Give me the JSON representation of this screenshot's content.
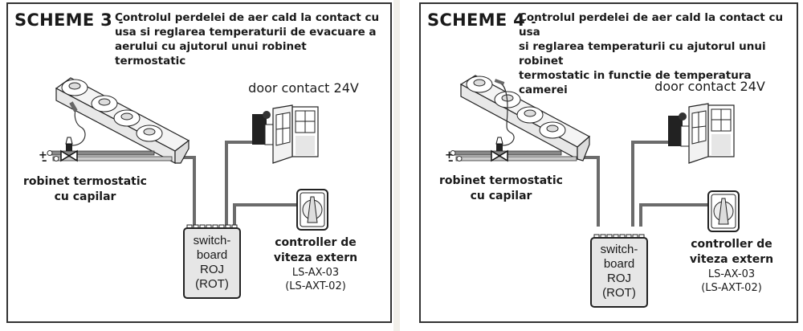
{
  "schemes": [
    {
      "title": "SCHEME 3",
      "separator": "-",
      "description": "Controlul perdelei de aer cald la contact cu usa si reglarea temperaturii de evacuare a aerului cu ajutorul unui robinet termostatic",
      "description_lines": [
        "Controlul perdelei de aer cald la contact cu",
        "usa si reglarea temperaturii de evacuare a",
        "aerului cu ajutorul unui robinet termostatic"
      ],
      "door_contact_label": "door contact 24V",
      "valve_label_lines": [
        "robinet termostatic",
        "cu capilar"
      ],
      "switchboard_lines": [
        "switch-",
        "board",
        "ROJ",
        "(ROT)"
      ],
      "controller_label_lines": [
        "controller de",
        "viteza extern"
      ],
      "controller_models": [
        "LS-AX-03",
        "(LS-AXT-02)"
      ],
      "polarity": {
        "plus": "+",
        "minus": "–"
      },
      "capillary_sensor": "valve"
    },
    {
      "title": "SCHEME 4",
      "separator": "-",
      "description": "Controlul perdelei de aer cald la contact cu usa si reglarea temperaturii cu ajutorul unui robinet termostatic in functie de temperatura camerei",
      "description_lines": [
        "Controlul perdelei de aer cald la contact cu usa",
        "si reglarea temperaturii cu ajutorul unui robinet",
        "termostatic in functie de temperatura camerei"
      ],
      "door_contact_label": "door contact 24V",
      "valve_label_lines": [
        "robinet termostatic",
        "cu capilar"
      ],
      "switchboard_lines": [
        "switch-",
        "board",
        "ROJ",
        "(ROT)"
      ],
      "controller_label_lines": [
        "controller de",
        "viteza extern"
      ],
      "controller_models": [
        "LS-AX-03",
        "(LS-AXT-02)"
      ],
      "polarity": {
        "plus": "+",
        "minus": "–"
      },
      "capillary_sensor": "room"
    }
  ],
  "colors": {
    "border": "#333333",
    "wire": "#6b6b6b",
    "text": "#1a1a1a",
    "switchboard_fill": "#e6e6e6"
  }
}
